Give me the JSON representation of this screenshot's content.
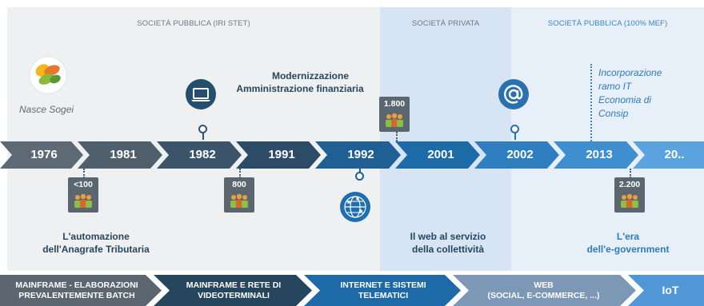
{
  "eras": [
    {
      "label": "SOCIETÀ PUBBLICA (IRI STET)"
    },
    {
      "label": "SOCIETÀ PRIVATA"
    },
    {
      "label": "SOCIETÀ PUBBLICA (100% MEF)"
    }
  ],
  "years": [
    "1976",
    "1981",
    "1982",
    "1991",
    "1992",
    "2001",
    "2002",
    "2013",
    "20.."
  ],
  "badges": [
    {
      "value": "<100"
    },
    {
      "value": "800"
    },
    {
      "value": "1.800"
    },
    {
      "value": "2.200"
    }
  ],
  "captions": {
    "nasce": "Nasce Sogei",
    "modernizzazione": "Modernizzazione",
    "amministrazione": "Amministrazione finanziaria",
    "automazione_1": "L'automazione",
    "automazione_2": "dell'Anagrafe Tributaria",
    "web_1": "Il web al servizio",
    "web_2": "della collettività",
    "era_1": "L'era",
    "era_2": "dell'e-government",
    "incorporazione": [
      "Incorporazione",
      "ramo IT",
      "Economia di",
      "Consip"
    ]
  },
  "bottom_bar": [
    {
      "line1": "MAINFRAME - ELABORAZIONI",
      "line2": "PREVALENTEMENTE BATCH"
    },
    {
      "line1": "MAINFRAME E RETE DI",
      "line2": "VIDEOTERMINALI"
    },
    {
      "line1": "INTERNET E SISTEMI",
      "line2": "TELEMATICI"
    },
    {
      "line1": "WEB",
      "line2": "(SOCIAL, E-COMMERCE, ...)"
    },
    {
      "line1": "IoT",
      "line2": ""
    }
  ],
  "colors": {
    "era_public_bg": "#eef0f2",
    "era_private_bg": "#d6e4f3",
    "era_public_mef_bg": "#e7eff8",
    "dark_navy": "#27475f",
    "accent_blue": "#2e7bbf"
  },
  "icons": [
    "sogei-logo",
    "laptop-icon",
    "globe-icon",
    "at-sign-icon",
    "people-icon"
  ]
}
